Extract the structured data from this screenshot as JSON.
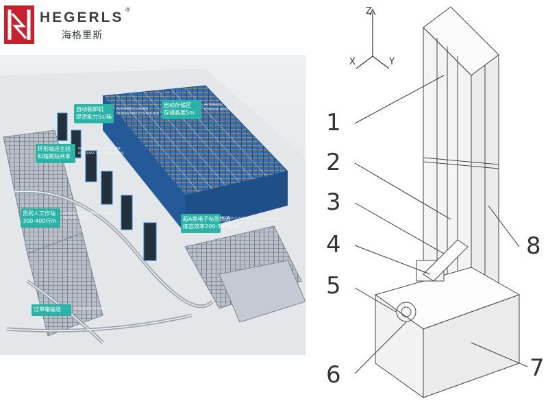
{
  "brand": {
    "name": "HEGERLS",
    "name_cn": "海格里斯",
    "reg_mark": "®",
    "colors": {
      "primary": "#c8202c",
      "text": "#3a3f47"
    }
  },
  "warehouse": {
    "labels": [
      {
        "id": "loader",
        "cn": "自动装卸机\n提货能力5s/箱",
        "en": "AUTOMATIC LOADER\nPICKING SPEED 5S PER BOX"
      },
      {
        "id": "storage",
        "cn": "自动存储区\n存储高度5m",
        "en": "AUTOMATIC\nSTORAGE HEIGHT 5M"
      },
      {
        "id": "ring",
        "cn": "环形输送主线\n料箱跨站共享",
        "en": "RING CONVEYOR MAIN LINE\nBIN CROSS STATION SHARING"
      },
      {
        "id": "manual",
        "cn": "货到人工作站\n300-400行/h",
        "en": "GOODS ARRIVAL WORKSTATION\n300-400 LINES / H"
      },
      {
        "id": "electronic",
        "cn": "超A类电子标签拣选\n拣选效率200-300行/h",
        "en": "SUPER CLASS A ELECTRONIC LABEL\nPICKING 200-300 LINES / H"
      },
      {
        "id": "order",
        "cn": "订单箱输送",
        "en": "ORDER BOX TRANSFER"
      }
    ]
  },
  "robot_drawing": {
    "axes": {
      "z": "Z",
      "x": "X",
      "y": "Y"
    },
    "callouts": [
      "1",
      "2",
      "3",
      "4",
      "5",
      "6",
      "7",
      "8"
    ]
  }
}
